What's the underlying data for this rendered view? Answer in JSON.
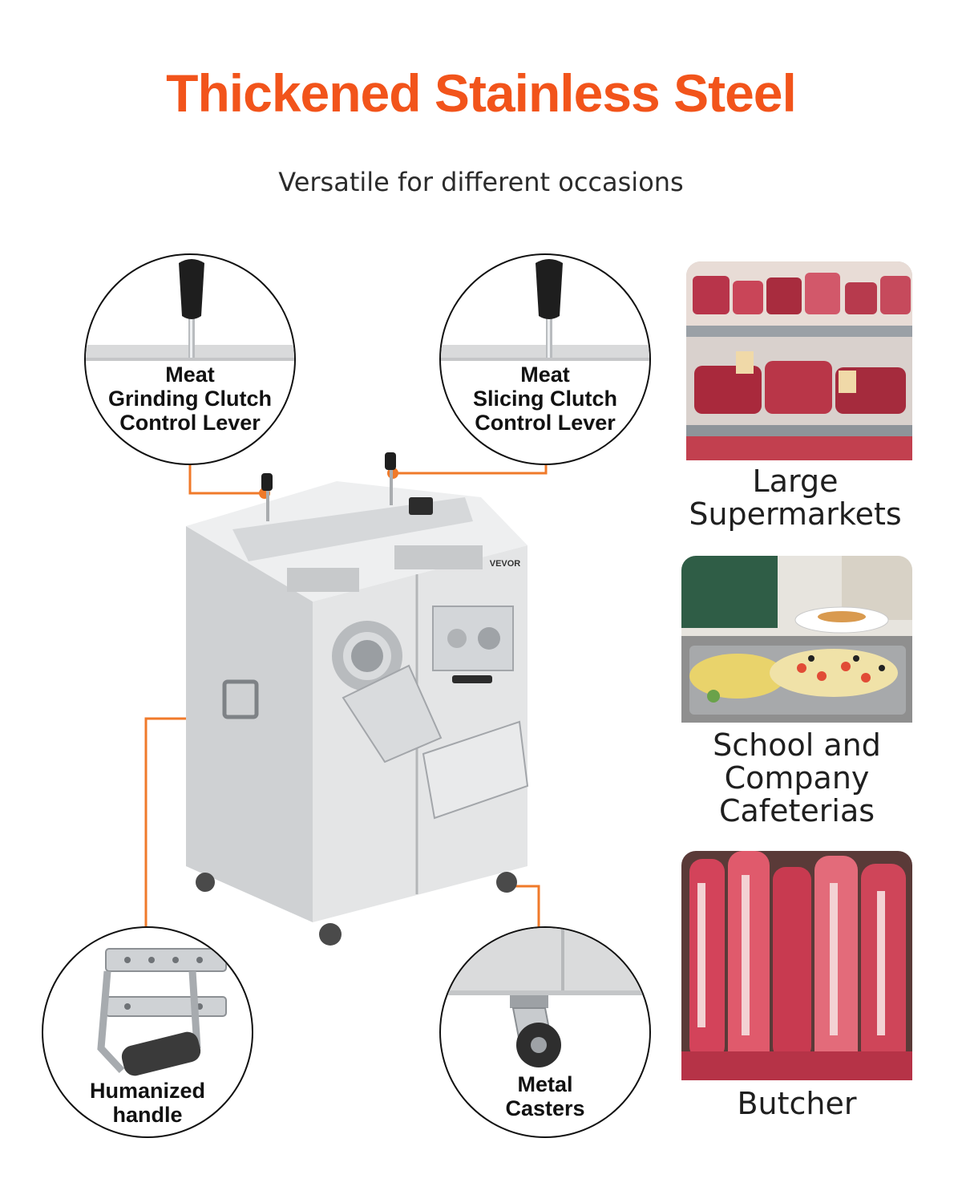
{
  "title": "Thickened Stainless Steel",
  "subtitle": "Versatile for different occasions",
  "callouts": [
    {
      "id": "grinding-lever",
      "lines": [
        "Meat",
        "Grinding Clutch",
        "Control Lever"
      ]
    },
    {
      "id": "slicing-lever",
      "lines": [
        "Meat",
        "Slicing Clutch",
        "Control Lever"
      ]
    },
    {
      "id": "handle",
      "lines": [
        "Humanized",
        "handle"
      ]
    },
    {
      "id": "casters",
      "lines": [
        "Metal",
        "Casters"
      ]
    }
  ],
  "occasions": [
    {
      "lines": [
        "Large",
        "Supermarkets"
      ]
    },
    {
      "lines": [
        "School and",
        "Company",
        "Cafeterias"
      ]
    },
    {
      "lines": [
        "Butcher"
      ]
    }
  ],
  "brand": "VEVOR",
  "colors": {
    "accent": "#f2541b",
    "leader": "#f07a2a",
    "outline": "#111111"
  }
}
